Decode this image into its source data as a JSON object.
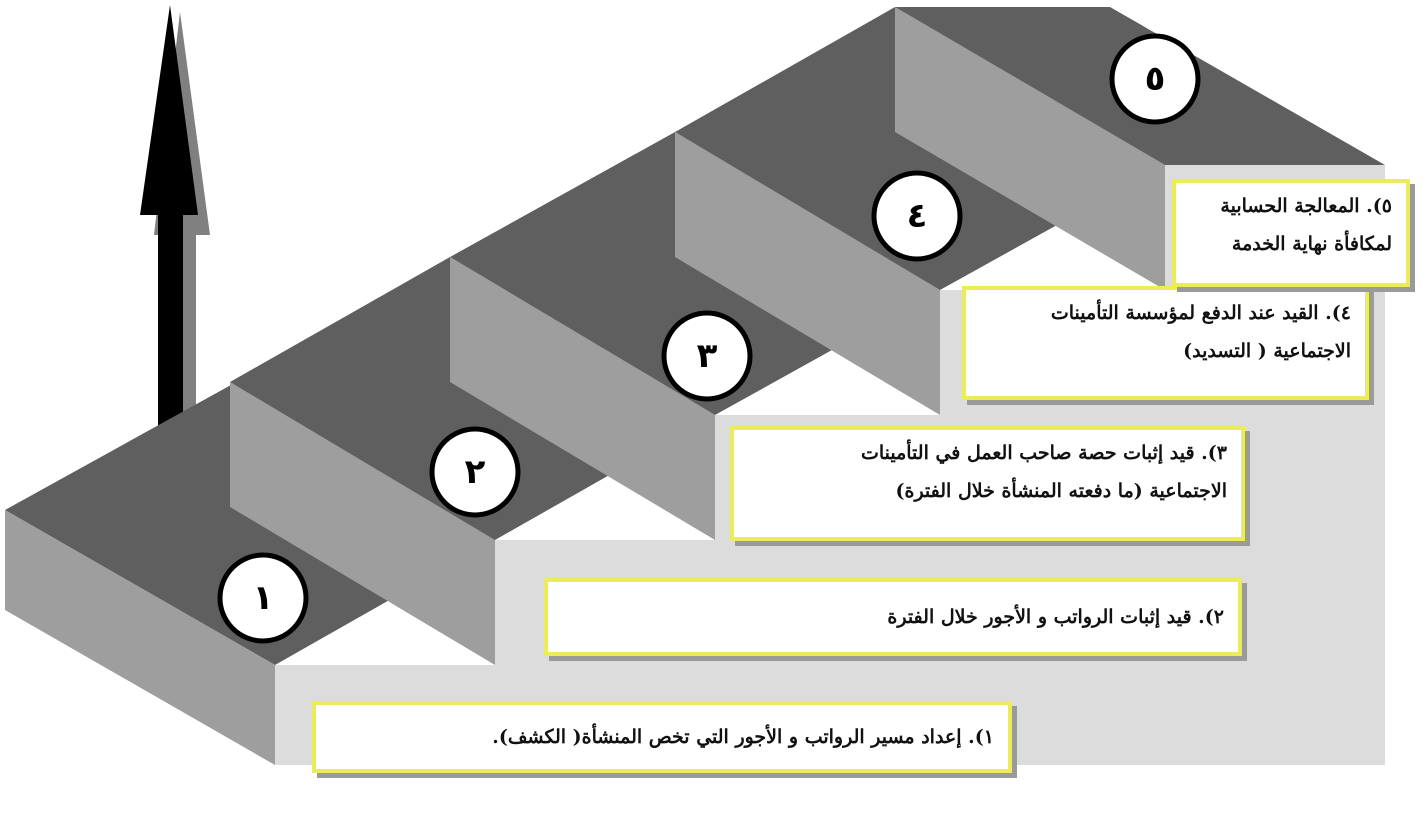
{
  "steps": [
    {
      "number": "١",
      "lines": [
        "١). إعداد مسير الرواتب و الأجور التي تخص المنشأة( الكشف)."
      ]
    },
    {
      "number": "٢",
      "lines": [
        "٢). قيد إثبات الرواتب و الأجور خلال الفترة"
      ]
    },
    {
      "number": "٣",
      "lines": [
        "٣). قيد إثبات حصة صاحب العمل في التأمينات",
        "الاجتماعية (ما دفعته المنشأة خلال الفترة)"
      ]
    },
    {
      "number": "٤",
      "lines": [
        "٤). القيد عند الدفع لمؤسسة التأمينات",
        "الاجتماعية ( التسديد)"
      ]
    },
    {
      "number": "٥",
      "lines": [
        "٥). المعالجة الحسابية",
        "لمكافأة نهاية الخدمة"
      ]
    }
  ],
  "colors": {
    "tread": "#5f5f5f",
    "riser": "#9e9e9e",
    "back_wall": "#dcdcdc",
    "box_border": "#ecec5a",
    "arrow": "#000000",
    "arrow_shadow": "#808080"
  }
}
